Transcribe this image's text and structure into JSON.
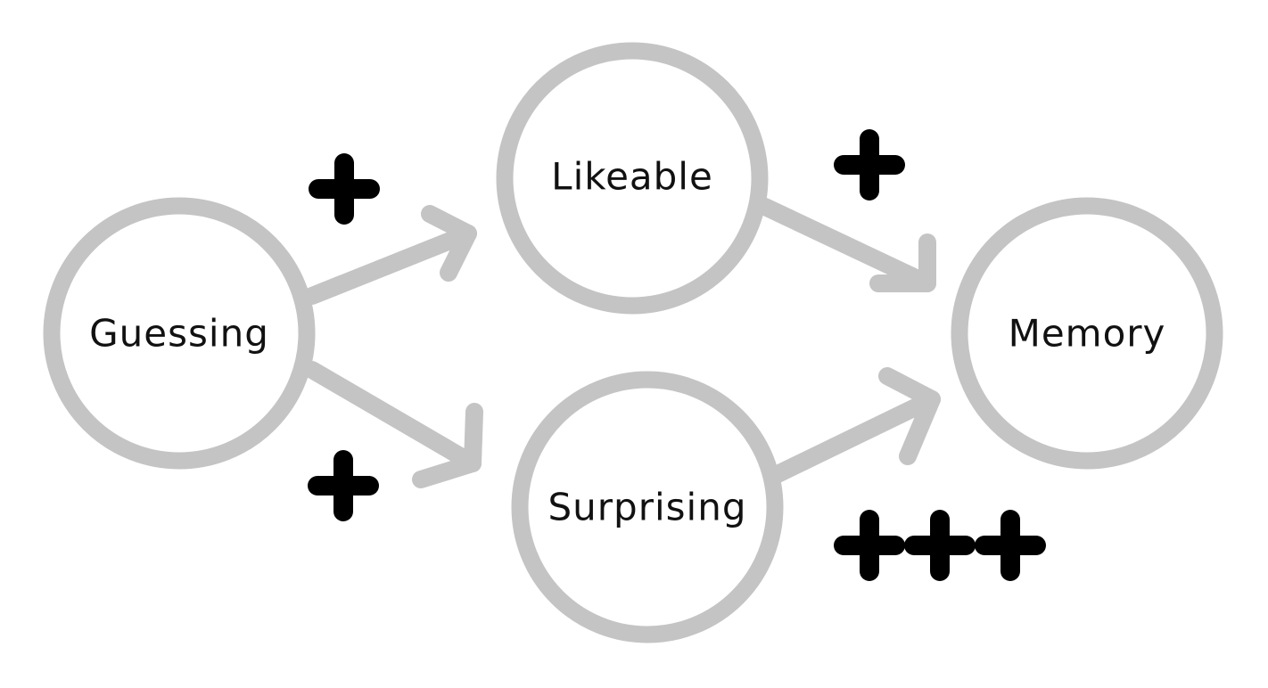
{
  "diagram": {
    "nodes": {
      "guessing": "Guessing",
      "likeable": "Likeable",
      "surprising": "Surprising",
      "memory": "Memory"
    },
    "edges": [
      {
        "from": "Guessing",
        "to": "Likeable",
        "sign": "+"
      },
      {
        "from": "Guessing",
        "to": "Surprising",
        "sign": "+"
      },
      {
        "from": "Likeable",
        "to": "Memory",
        "sign": "+"
      },
      {
        "from": "Surprising",
        "to": "Memory",
        "sign": "+++"
      }
    ],
    "colors": {
      "ring": "#c4c4c4",
      "arrow": "#c4c4c4",
      "plus": "#000000",
      "text": "#111111"
    }
  }
}
